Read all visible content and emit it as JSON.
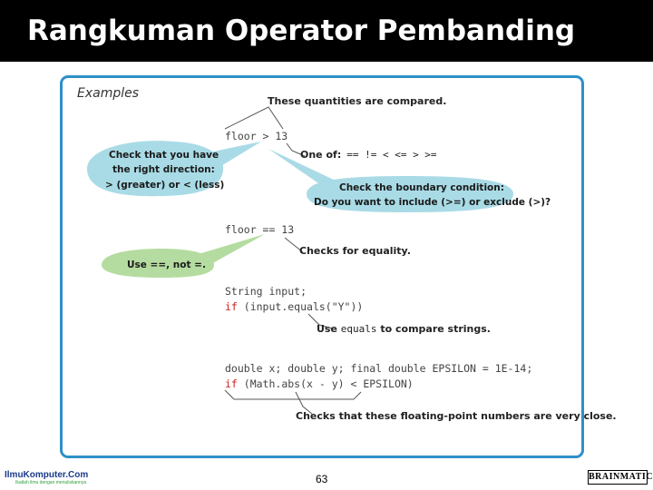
{
  "slide": {
    "title": "Rangkuman Operator Pembanding",
    "page_number": "63"
  },
  "panel": {
    "heading": "Examples",
    "code": {
      "line1": "floor > 13",
      "line2": "floor == 13",
      "line3": "String input;",
      "line4_kw": "if",
      "line4_rest": " (input.equals(\"Y\"))",
      "line5": "double x; double y; final double EPSILON = 1E-14;",
      "line6_kw": "if",
      "line6_rest": " (Math.abs(x - y) < EPSILON)"
    },
    "annotations": {
      "compared": "These quantities are compared.",
      "one_of_label": "One of:",
      "one_of_ops": "== != < <= > >=",
      "boundary_1": "Check the boundary condition:",
      "boundary_2": "Do you want to include (>=) or exclude (>)?",
      "equality": "Checks for equality.",
      "equals_pre": "Use ",
      "equals_code": "equals",
      "equals_post": " to compare strings.",
      "floating": "Checks that these floating-point numbers are very close."
    },
    "bubbles": {
      "direction_1": "Check that you have",
      "direction_2": "the right direction:",
      "direction_3": "> (greater) or < (less)",
      "use_eq": "Use ==, not =."
    }
  },
  "footer": {
    "left_logo": "IlmuKomputer.Com",
    "left_tagline": "Ikatlah ilmu dengan menuliskannya",
    "right_logo": "BRAINMATICS"
  },
  "colors": {
    "title_bg": "#000000",
    "panel_border": "#2f8fc9",
    "bubble_blue": "#a9dbe6",
    "bubble_green": "#b5dca0",
    "keyword": "#cc2222"
  }
}
